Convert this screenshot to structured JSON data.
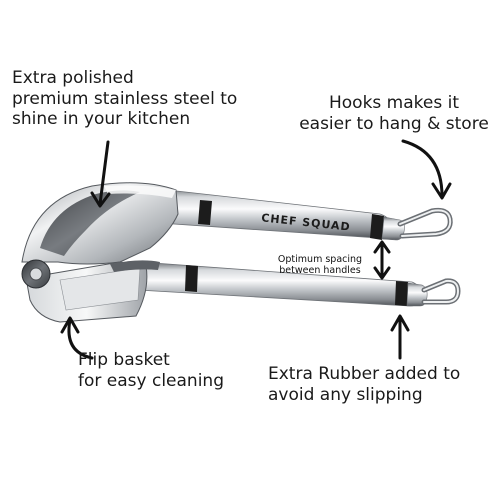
{
  "product": {
    "brand_mark": "CHEF SQUAD",
    "colors": {
      "background": "#ffffff",
      "steel_light": "#f2f3f4",
      "steel_mid": "#b9bdc1",
      "steel_dark": "#5d6166",
      "band": "#1c1c1c",
      "text": "#1a1a1a"
    }
  },
  "callouts": {
    "steel": {
      "line1": "Extra polished",
      "line2": "premium stainless steel to",
      "line3": "shine in your kitchen"
    },
    "hooks": {
      "line1": "Hooks makes it",
      "line2": "easier to hang & store"
    },
    "spacing": {
      "line1": "Optimum spacing",
      "line2": "between handles"
    },
    "flip": {
      "line1": "Flip basket",
      "line2": "for easy cleaning"
    },
    "rubber": {
      "line1": "Extra Rubber added to",
      "line2": "avoid any slipping"
    }
  }
}
